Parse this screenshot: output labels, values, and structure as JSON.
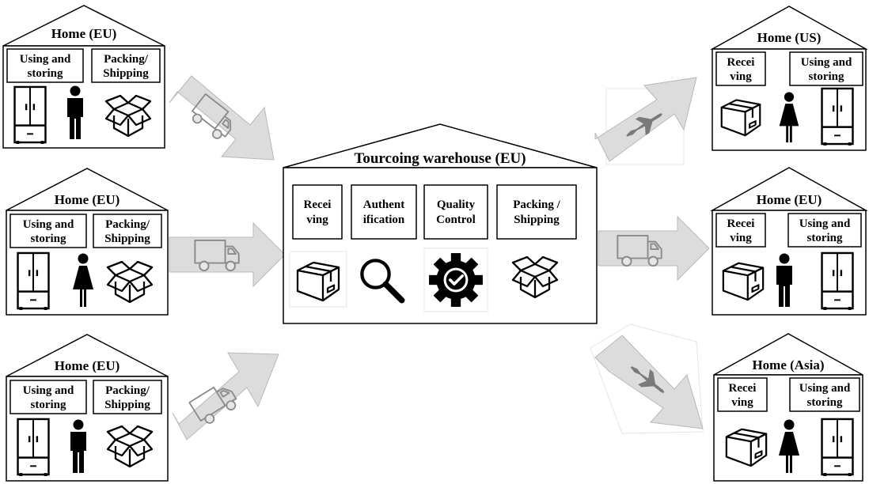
{
  "warehouse": {
    "title": "Tourcoing warehouse (EU)",
    "stations": [
      {
        "line1": "Recei",
        "line2": "ving",
        "icon": "box-icon"
      },
      {
        "line1": "Authent",
        "line2": "ification",
        "icon": "magnifier-icon"
      },
      {
        "line1": "Quality",
        "line2": "Control",
        "icon": "gear-check-icon"
      },
      {
        "line1": "Packing /",
        "line2": "Shipping",
        "icon": "open-box-icon"
      }
    ]
  },
  "senders": [
    {
      "title": "Home (EU)",
      "left_line1": "Using and",
      "left_line2": "storing",
      "right_line1": "Packing/",
      "right_line2": "Shipping",
      "person": "man",
      "transport": "truck-icon"
    },
    {
      "title": "Home (EU)",
      "left_line1": "Using and",
      "left_line2": "storing",
      "right_line1": "Packing/",
      "right_line2": "Shipping",
      "person": "woman",
      "transport": "truck-icon"
    },
    {
      "title": "Home (EU)",
      "left_line1": "Using and",
      "left_line2": "storing",
      "right_line1": "Packing/",
      "right_line2": "Shipping",
      "person": "man",
      "transport": "truck-icon"
    }
  ],
  "receivers": [
    {
      "title": "Home (US)",
      "left_line1": "Recei",
      "left_line2": "ving",
      "right_line1": "Using and",
      "right_line2": "storing",
      "person": "woman",
      "transport": "plane-icon"
    },
    {
      "title": "Home (EU)",
      "left_line1": "Recei",
      "left_line2": "ving",
      "right_line1": "Using and",
      "right_line2": "storing",
      "person": "man",
      "transport": "truck-icon"
    },
    {
      "title": "Home (Asia)",
      "left_line1": "Recei",
      "left_line2": "ving",
      "right_line1": "Using and",
      "right_line2": "storing",
      "person": "woman",
      "transport": "plane-icon"
    }
  ],
  "colors": {
    "arrow_fill": "#dcdcdc",
    "arrow_stroke": "#b8b8b8",
    "line": "#000000"
  }
}
